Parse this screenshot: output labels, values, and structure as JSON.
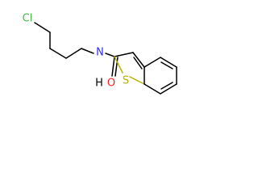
{
  "molecule": {
    "atoms": {
      "chlorine": "Cl",
      "nitrogen": "N",
      "hydrogen": "H",
      "oxygen": "O",
      "sulfur": "S"
    },
    "colors": {
      "carbon_bonds": "#000000",
      "chlorine": "#3bbf3b",
      "nitrogen": "#2b2bff",
      "oxygen": "#ff2020",
      "sulfur": "#b5b200"
    }
  }
}
